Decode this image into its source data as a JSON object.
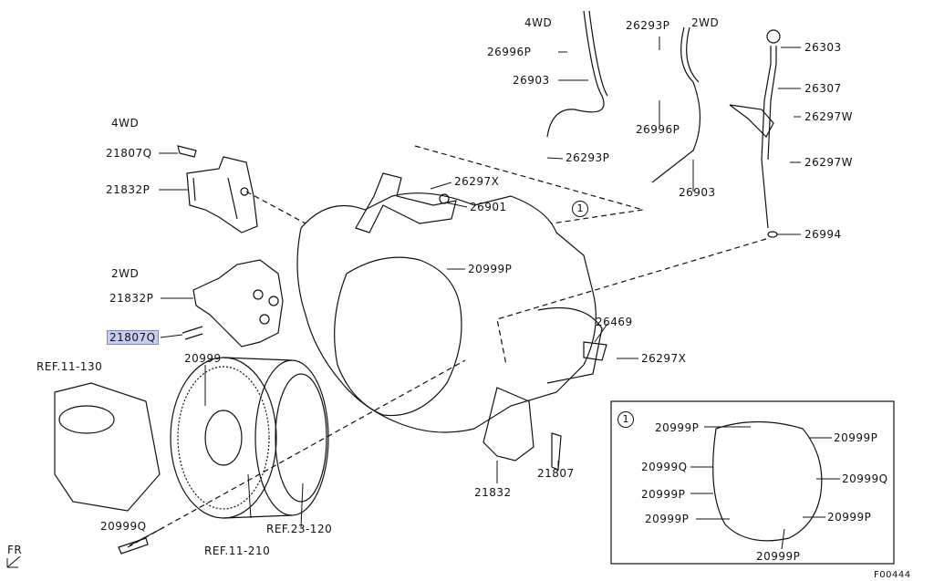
{
  "section_labels": {
    "mount_4wd": "4WD",
    "mount_2wd": "2WD",
    "pipe_4wd": "4WD",
    "pipe_2wd": "2WD"
  },
  "callout_marker": "1",
  "detail_marker": "1",
  "part_labels": {
    "p21807q_4wd": "21807Q",
    "p21832p_4wd": "21832P",
    "p21832p_2wd": "21832P",
    "p21807q_2wd": "21807Q",
    "ref_11_130": "REF.11-130",
    "p20999": "20999",
    "p20999q_bottom": "20999Q",
    "ref_11_210": "REF.11-210",
    "ref_23_120": "REF.23-120",
    "p26996p_top": "26996P",
    "p26903_left": "26903",
    "p26293p_top": "26293P",
    "p26996p_mid": "26996P",
    "p26293p_mid": "26293P",
    "p26903_right": "26903",
    "p26303": "26303",
    "p26307": "26307",
    "p26297w_a": "26297W",
    "p26297w_b": "26297W",
    "p26994": "26994",
    "p26297x_a": "26297X",
    "p26901": "26901",
    "p20999p_main": "20999P",
    "p26469": "26469",
    "p26297x_b": "26297X",
    "p21832": "21832",
    "p21807": "21807"
  },
  "detail_labels": {
    "d1": "20999P",
    "d2": "20999P",
    "d3": "20999Q",
    "d4": "20999Q",
    "d5": "20999P",
    "d6": "20999P",
    "d7": "20999P",
    "d8": "20999P"
  },
  "footer": {
    "fr": "FR",
    "code": "F00444"
  }
}
